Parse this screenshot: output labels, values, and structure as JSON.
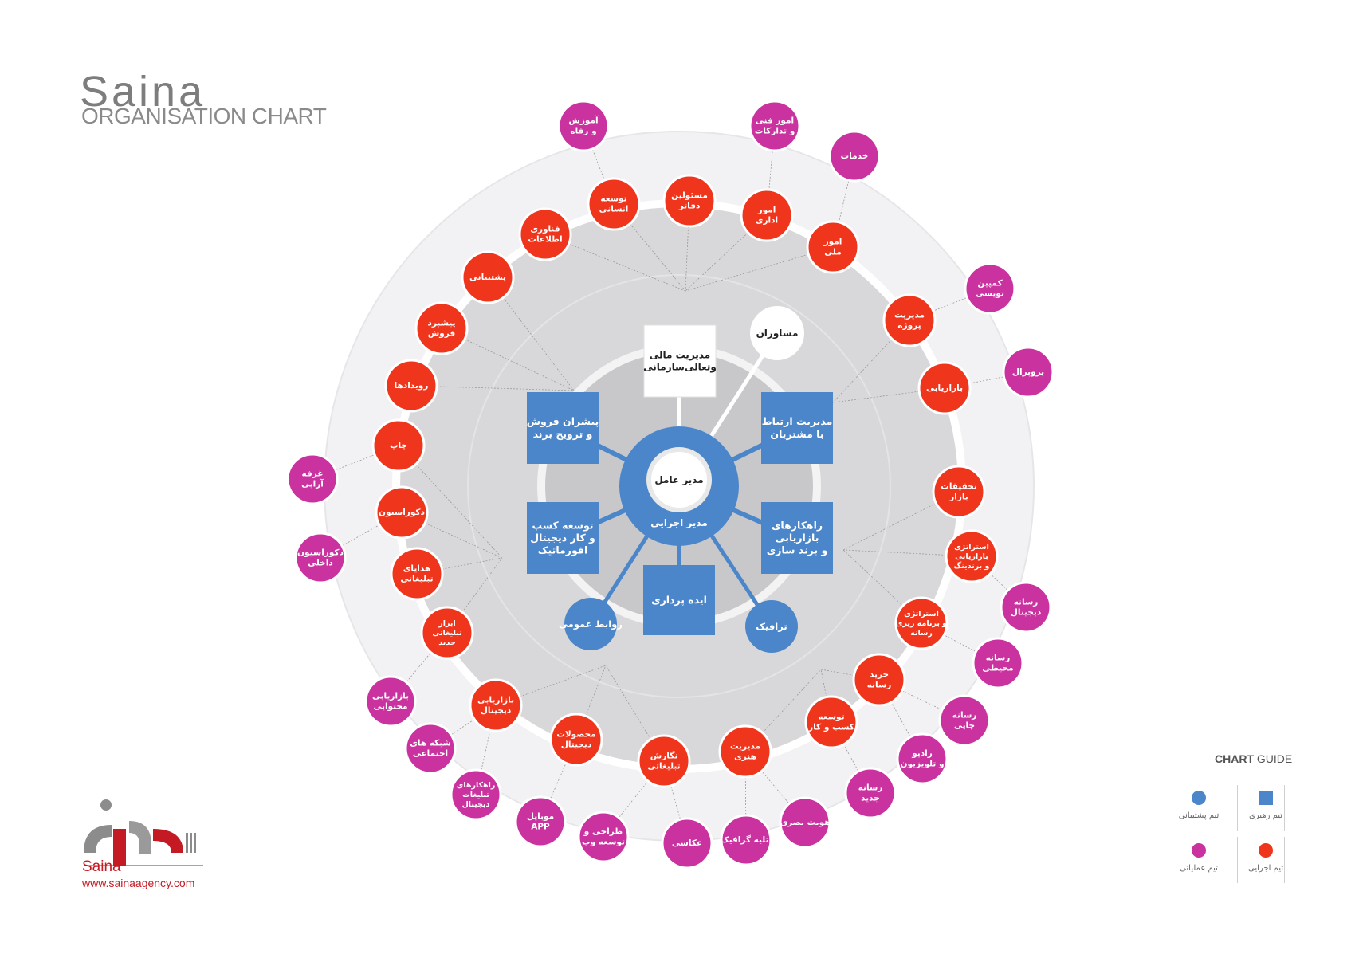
{
  "brand": {
    "title": "Saina",
    "subtitle": "ORGANISATION CHART",
    "logo_word": "Saina",
    "url": "www.sainaagency.com"
  },
  "colors": {
    "leadership": "#4a86c9",
    "support": "#4a86c9",
    "executive": "#f0351d",
    "operational": "#c9329f",
    "ring_outer": "#f2f2f4",
    "ring_mid": "#d8d8da",
    "ring_inner": "#c8c8ca",
    "connector": "#9a9a9a"
  },
  "center": {
    "ceo": "مدیر عامل",
    "executive_manager": "مدیر اجرایی"
  },
  "advisors": "مشاوران",
  "finance": "مدیریت مالی\nوتعالی‌سازمانی",
  "leadership_boxes": [
    "پیشران فروش\nو ترویج برند",
    "مدیریت ارتباط\nبا مشتریان",
    "توسعه کسب\nو کار دیجیتال\nافورماتیک",
    "راهکارهای\nبازاریابی\nو برند سازی",
    "ایده پردازی"
  ],
  "support_circles": [
    "روابط عمومی",
    "ترافیک"
  ],
  "executive_units": [
    "توسعه\nانسانی",
    "مسئولین\nدفاتر",
    "امور\nاداری",
    "امور\nملی",
    "فناوری\nاطلاعات",
    "پشتیبانی",
    "مدیریت\nپروژه",
    "پیشبرد\nفروش",
    "بازاریابی",
    "رویدادها",
    "چاپ",
    "تحقیقات\nبازار",
    "دکوراسیون",
    "استراتژی\nبازاریابی\nو برندینگ",
    "هدایای\nتبلیغاتی",
    "استراتژی\nو برنامه ریزی\nرسانه",
    "ابزار\nتبلیغاتی\nجدید",
    "خرید\nرسانه",
    "بازاریابی\nدیجیتال",
    "توسعه\nکسب و کار",
    "محصولات\nدیجیتال",
    "مدیریت\nهنری",
    "نگارش\nتبلیغاتی"
  ],
  "operational_units": [
    "آموزش\nو رفاه",
    "امور فنی\nو تدارکات",
    "خدمات",
    "کمپین\nنویسی",
    "پروپزال",
    "غرفه\nآرایی",
    "دکوراسیون\nداخلی",
    "رسانه\nدیجیتال",
    "رسانه\nمحیطی",
    "بازاریابی\nمحتوایی",
    "رسانه\nچاپی",
    "شبکه های\nاجتماعی",
    "رادیو\nو تلویزیون",
    "راهکارهای\nتبلیغات\nدیجیتال",
    "رسانه\nجدید",
    "موبایل\nAPP",
    "طراحی و\nتوسعه وب",
    "هویت بصری",
    "آتلیه گرافیک",
    "عکاسی"
  ],
  "chart_guide": {
    "title_bold": "CHART",
    "title_light": " GUIDE",
    "leadership": "تیم رهبری",
    "support": "تیم پشتیبانی",
    "executive": "تیم اجرایی",
    "operational": "تیم عملیاتی"
  }
}
